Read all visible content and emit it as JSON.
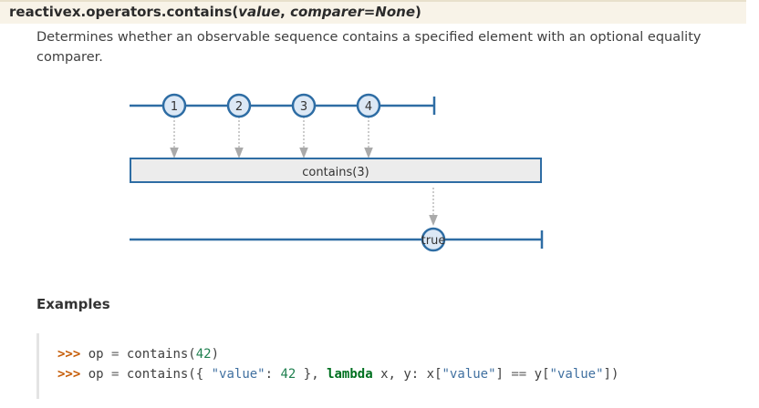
{
  "signature": {
    "name": "reactivex.operators.contains(",
    "param1": "value",
    "sep": ", ",
    "param2": "comparer=None",
    "close": ")"
  },
  "description": "Determines whether an observable sequence contains a specified element with an optional equality comparer.",
  "diagram": {
    "input_items": [
      "1",
      "2",
      "3",
      "4"
    ],
    "operator_label": "contains(3)",
    "output_item": "true",
    "colors": {
      "line": "#2e6da4",
      "marble_fill": "#dce8f5",
      "box_fill": "#ececec",
      "arrow": "#aaaaaa"
    }
  },
  "examples": {
    "heading": "Examples",
    "lines": [
      {
        "prompt": ">>>",
        "pre": " op ",
        "eq": "=",
        "call": " contains(",
        "num": "42",
        "end": ")"
      },
      {
        "prompt": ">>>",
        "pre": " op ",
        "eq": "=",
        "call": " contains({ ",
        "str1": "\"value\"",
        "colon": ": ",
        "num": "42",
        "mid": " }, ",
        "kw": "lambda",
        "args": " x, y: x[",
        "str2": "\"value\"",
        "mid2": "] ",
        "eq2": "==",
        "args2": " y[",
        "str3": "\"value\"",
        "end": "])"
      }
    ]
  }
}
